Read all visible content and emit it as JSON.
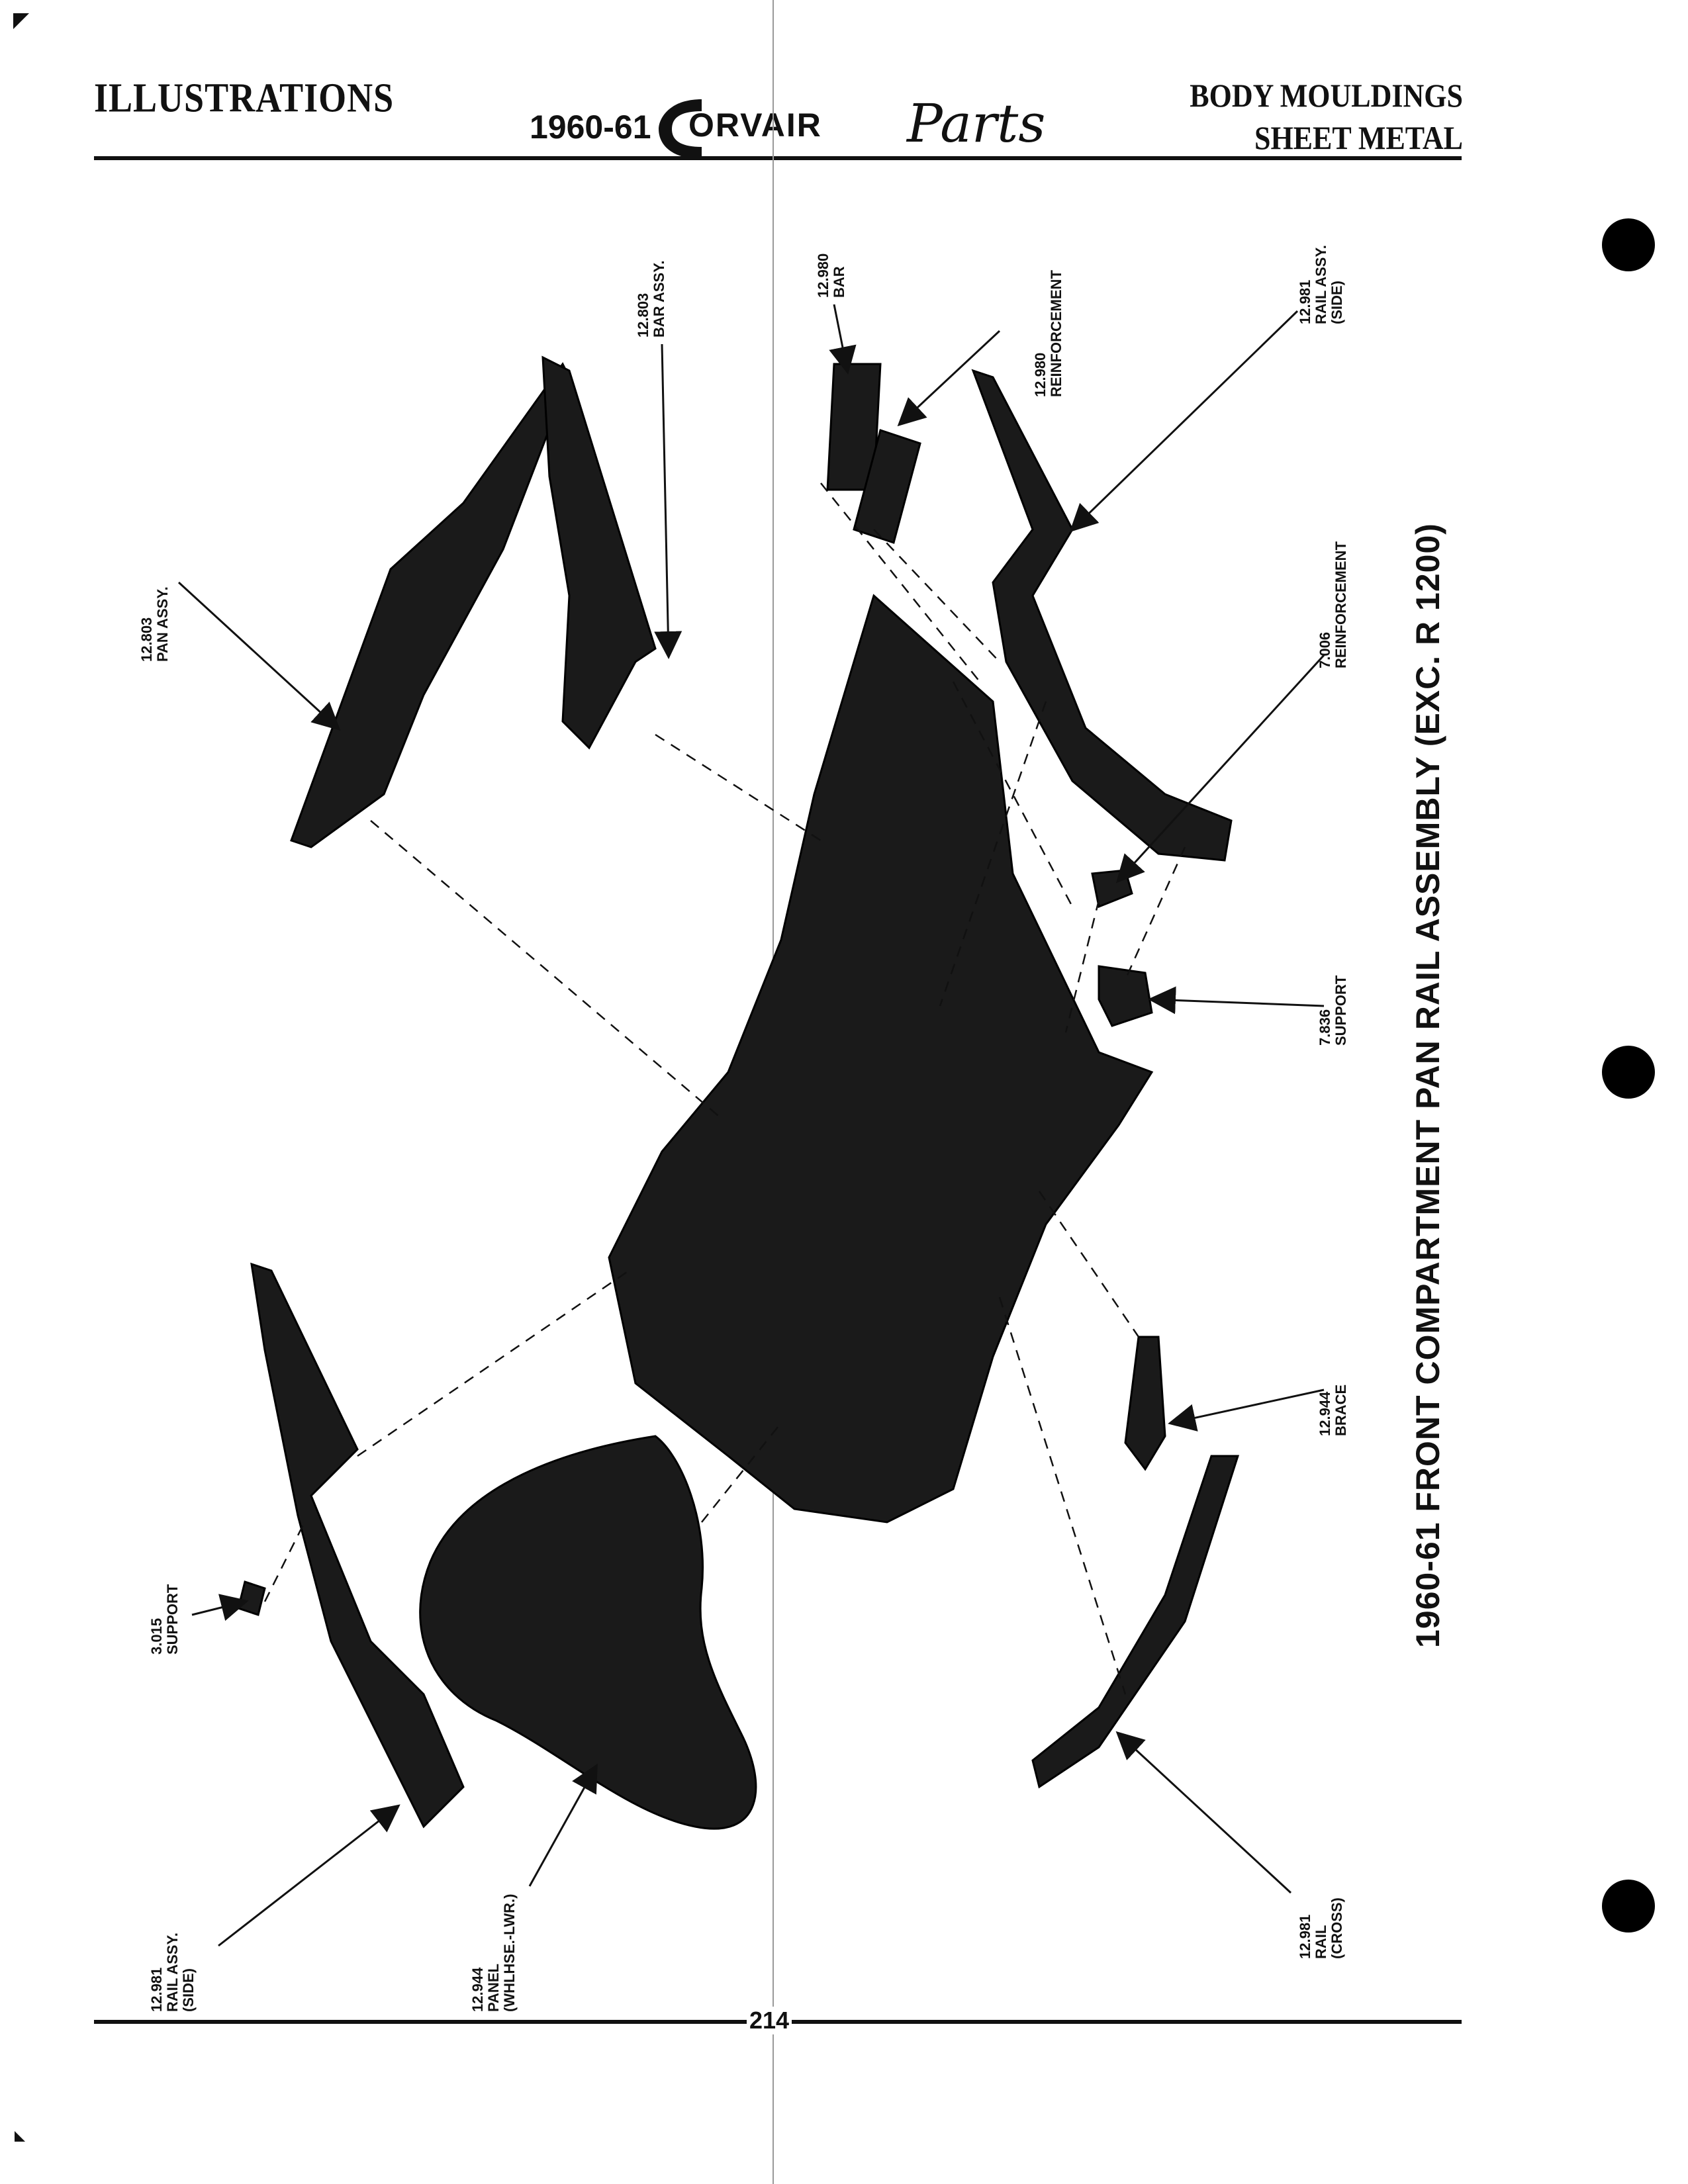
{
  "header": {
    "section_left": "ILLUSTRATIONS",
    "year": "1960-61",
    "brand": "ORVAIR",
    "brand_script": "Parts",
    "category_line1": "BODY MOULDINGS",
    "category_line2": "SHEET METAL"
  },
  "figure_title": "1960-61 FRONT COMPARTMENT PAN RAIL ASSEMBLY (EXC. R 1200)",
  "parts": [
    {
      "number": "12.803",
      "name": "PAN ASSY.",
      "note": ""
    },
    {
      "number": "12.803",
      "name": "BAR ASSY.",
      "note": ""
    },
    {
      "number": "12.980",
      "name": "BAR",
      "note": ""
    },
    {
      "number": "12.980",
      "name": "REINFORCEMENT",
      "note": ""
    },
    {
      "number": "12.981",
      "name": "RAIL ASSY.",
      "note": "(SIDE)"
    },
    {
      "number": "7.006",
      "name": "REINFORCEMENT",
      "note": ""
    },
    {
      "number": "7.836",
      "name": "SUPPORT",
      "note": ""
    },
    {
      "number": "12.944",
      "name": "BRACE",
      "note": ""
    },
    {
      "number": "12.981",
      "name": "RAIL",
      "note": "(CROSS)"
    },
    {
      "number": "3.015",
      "name": "SUPPORT",
      "note": ""
    },
    {
      "number": "12.981",
      "name": "RAIL ASSY.",
      "note": "(SIDE)"
    },
    {
      "number": "12.944",
      "name": "PANEL",
      "note": "(WHLHSE.-LWR.)"
    }
  ],
  "page_number": "214",
  "colors": {
    "ink": "#111111",
    "paper": "#ffffff"
  },
  "icons": {
    "binder_holes": "punch-hole-icon",
    "brand_mark": "corvair-c-logo-icon"
  }
}
